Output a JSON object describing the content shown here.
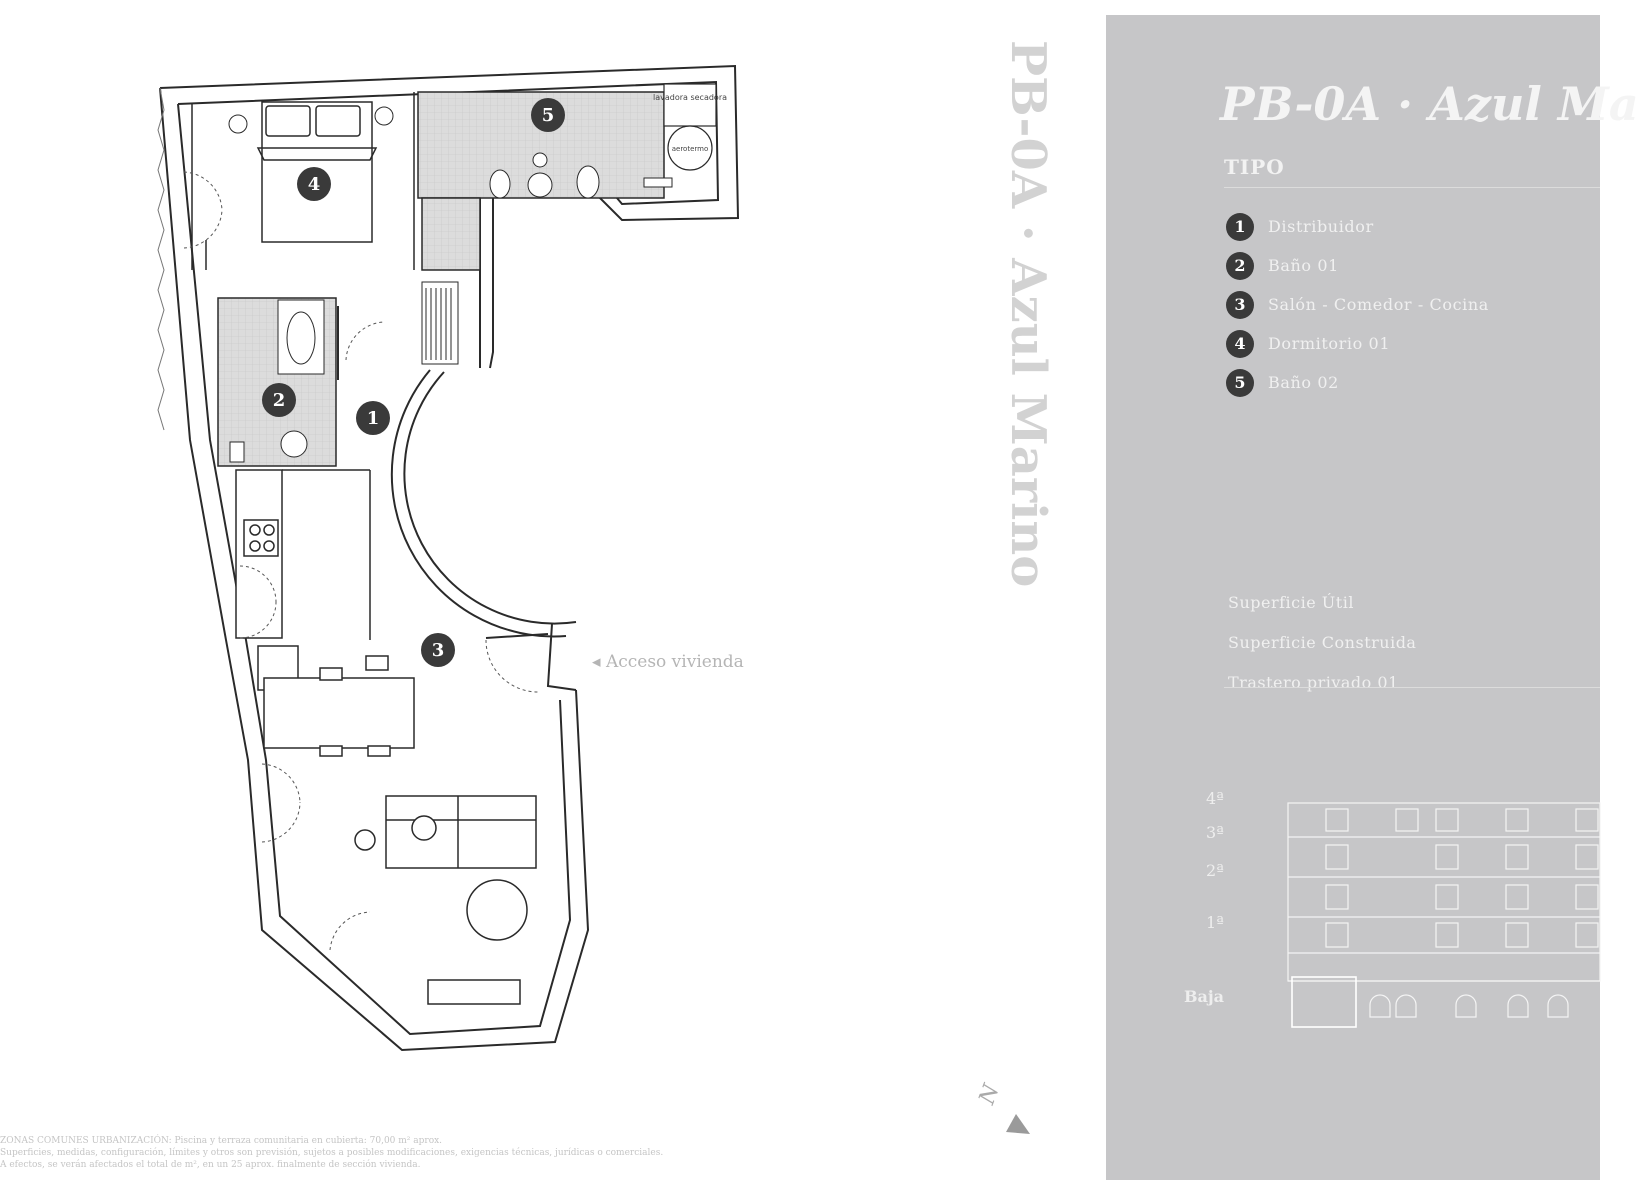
{
  "unit": {
    "title": "PB-0A · Azul Marino",
    "panel_title": "PB-0A · Azul Ma",
    "tipo_label": "TIPO"
  },
  "rooms": [
    {
      "number": "1",
      "label": "Distribuidor"
    },
    {
      "number": "2",
      "label": "Baño 01"
    },
    {
      "number": "3",
      "label": "Salón - Comedor - Cocina"
    },
    {
      "number": "4",
      "label": "Dormitorio 01"
    },
    {
      "number": "5",
      "label": "Baño 02"
    }
  ],
  "surfaces": [
    {
      "label": "Superficie Útil"
    },
    {
      "label": "Superficie Construida"
    },
    {
      "label": "Trastero privado 01"
    }
  ],
  "plan": {
    "access_label": "Acceso vivienda",
    "washer_label": "lavadora secadora",
    "aerotermo_label": "aerotermo",
    "north_label": "N"
  },
  "floors": {
    "labels": [
      "4ª",
      "3ª",
      "2ª",
      "1ª",
      "Baja"
    ]
  },
  "footer": {
    "line1": "ZONAS COMUNES URBANIZACIÓN: Piscina y terraza comunitaria en cubierta: 70,00 m² aprox.",
    "line2": "Superficies, medidas, configuración, límites y otros son previsión, sujetos a posibles modificaciones, exigencias técnicas, jurídicas o comerciales.",
    "line3": "A efectos, se verán afectados el total de m², en un 25 aprox. finalmente de sección vivienda."
  },
  "colors": {
    "panel_bg": "#c6c6c8",
    "badge": "#3a3a3a",
    "tile": "#d4d4d4",
    "wall": "#2a2a2a"
  }
}
